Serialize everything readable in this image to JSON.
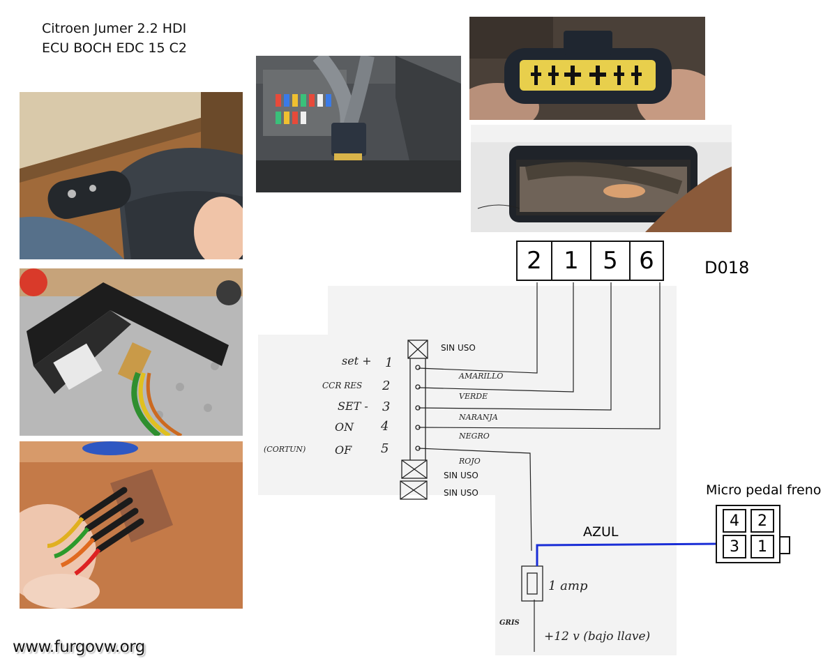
{
  "title": {
    "line1": "Citroen Jumer 2.2 HDI",
    "line2": "ECU BOCH EDC 15 C2"
  },
  "watermark": "www.furgovw.org",
  "connector": {
    "label": "D018",
    "pins": [
      "2",
      "1",
      "5",
      "6"
    ]
  },
  "switch_block": {
    "top_unused": "SIN USO",
    "functions": [
      "set +",
      "CCR RES",
      "SET -",
      "ON",
      "OF"
    ],
    "numbers": [
      "1",
      "2",
      "3",
      "4",
      "5"
    ],
    "note": "(CORTUN)",
    "wire_colors": [
      "AMARILLO",
      "VERDE",
      "NARANJA",
      "NEGRO",
      "ROJO"
    ],
    "bottom_unused": [
      "SIN USO",
      "SIN USO"
    ]
  },
  "pedal": {
    "title": "Micro pedal freno",
    "pins_top": [
      "4",
      "2"
    ],
    "pins_bottom": [
      "3",
      "1"
    ],
    "wire_label": "AZUL",
    "wire_color": "#1a2ed6"
  },
  "fuse": {
    "label": "1 amp",
    "wire_label": "GRIS",
    "supply": "+12 v (bajo llave)"
  },
  "photos": [
    {
      "name": "stalk-photo"
    },
    {
      "name": "dashboard-photo"
    },
    {
      "name": "plug-front-photo"
    },
    {
      "name": "plug-back-photo"
    },
    {
      "name": "switch-housing-photo"
    },
    {
      "name": "pcb-wires-photo"
    }
  ]
}
